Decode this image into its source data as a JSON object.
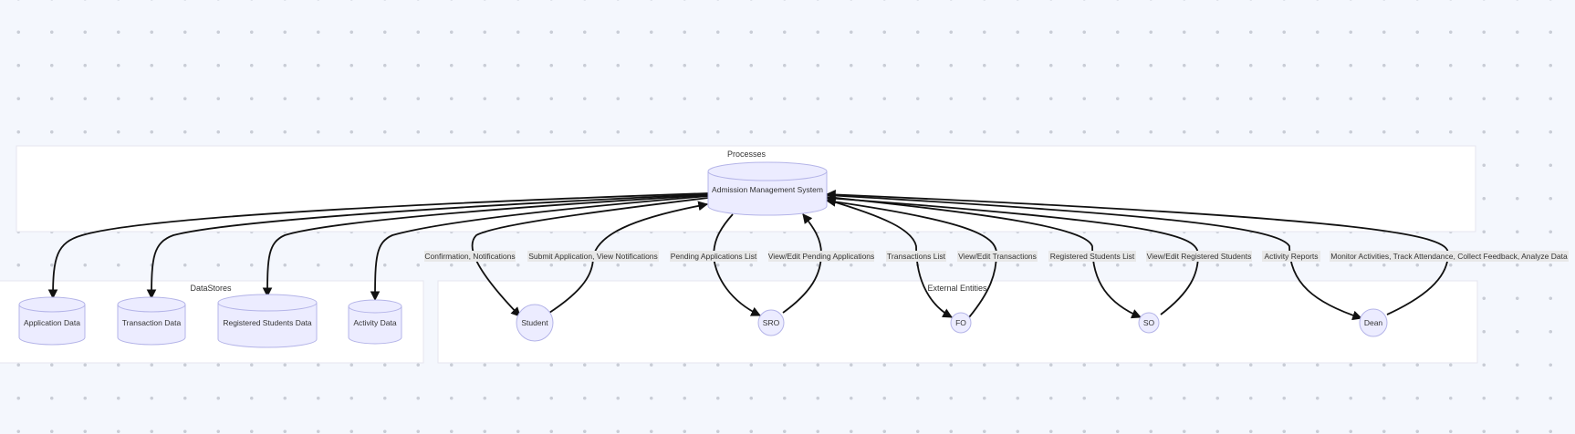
{
  "clusters": {
    "processes": "Processes",
    "datastores": "DataStores",
    "external": "External Entities"
  },
  "nodes": {
    "ams": "Admission Management System",
    "application_data": "Application Data",
    "transaction_data": "Transaction Data",
    "registered_students_data": "Registered Students Data",
    "activity_data": "Activity Data",
    "student": "Student",
    "sro": "SRO",
    "fo": "FO",
    "so": "SO",
    "dean": "Dean"
  },
  "edge_labels": {
    "student_out": "Confirmation, Notifications",
    "student_in": "Submit Application, View Notifications",
    "sro_out": "Pending Applications List",
    "sro_in": "View/Edit Pending Applications",
    "fo_out": "Transactions List",
    "fo_in": "View/Edit Transactions",
    "so_out": "Registered Students List",
    "so_in": "View/Edit Registered Students",
    "dean_out": "Activity Reports",
    "dean_in": "Monitor Activities, Track Attendance, Collect Feedback, Analyze Data"
  },
  "colors": {
    "node_fill": "#ececff",
    "node_stroke": "#b4b4e8",
    "edge": "#111111",
    "background": "#f4f7fd"
  }
}
